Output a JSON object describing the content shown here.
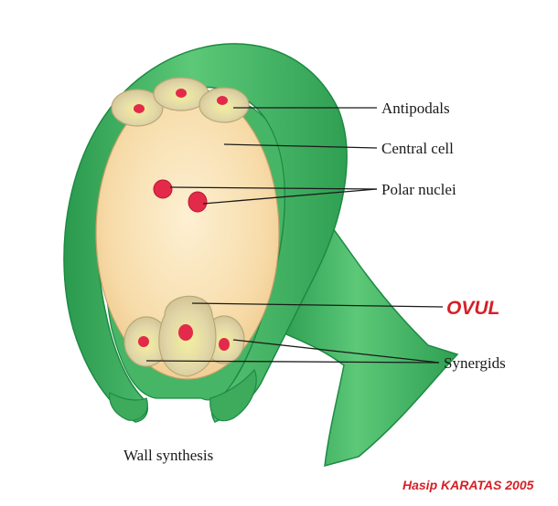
{
  "labels": {
    "antipodals": "Antipodals",
    "central_cell": "Central cell",
    "polar_nuclei": "Polar nuclei",
    "ovul": "OVUL",
    "synergids": "Synergids",
    "wall_synthesis": "Wall synthesis",
    "credit": "Hasip KARATAS 2005"
  },
  "colors": {
    "integument": "#3daa5c",
    "integument_light": "#6fd08a",
    "integument_dark": "#1e8a44",
    "sac_fill": "#f6dca8",
    "sac_fill_light": "#fbecc8",
    "cell_fill": "#ddd0a6",
    "cell_outline": "#b8a878",
    "nucleus": "#e32a4a",
    "ovul_label": "#d61f26",
    "credit": "#d61f26"
  }
}
